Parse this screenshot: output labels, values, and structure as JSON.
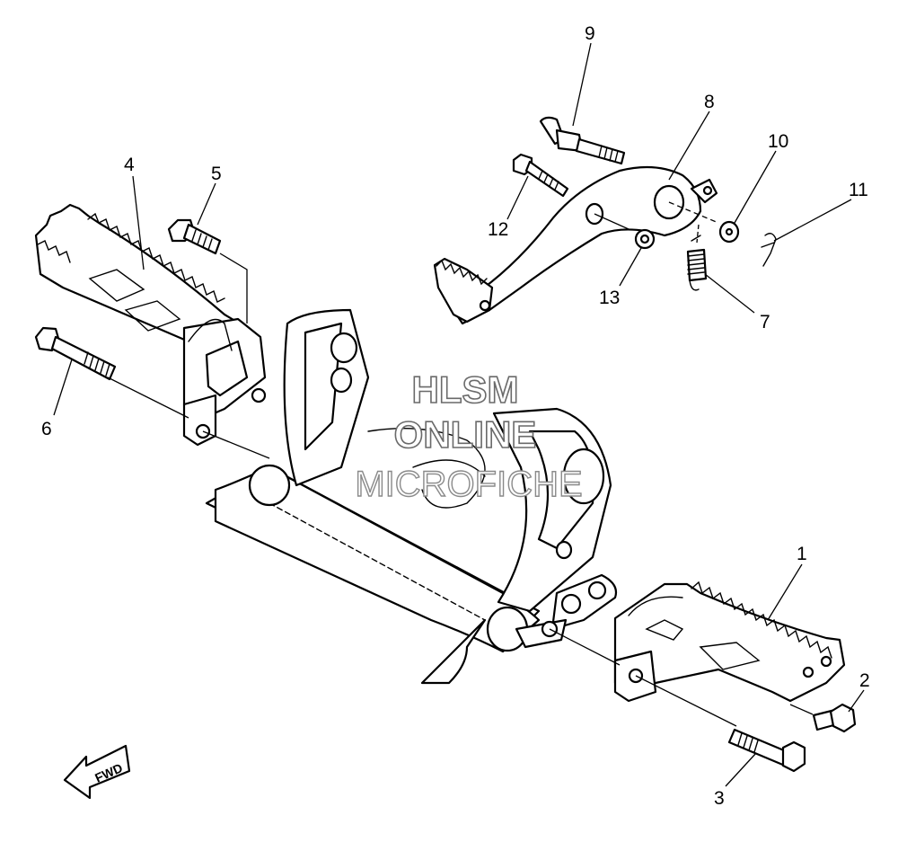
{
  "callouts": {
    "c1": "1",
    "c2": "2",
    "c3": "3",
    "c4": "4",
    "c5": "5",
    "c6": "6",
    "c7": "7",
    "c8": "8",
    "c9": "9",
    "c10": "10",
    "c11": "11",
    "c12": "12",
    "c13": "13"
  },
  "watermark": {
    "line1": "HLSM",
    "line2": "ONLINE",
    "line3": "MICROFICHE"
  },
  "fwd_label": "FWD"
}
